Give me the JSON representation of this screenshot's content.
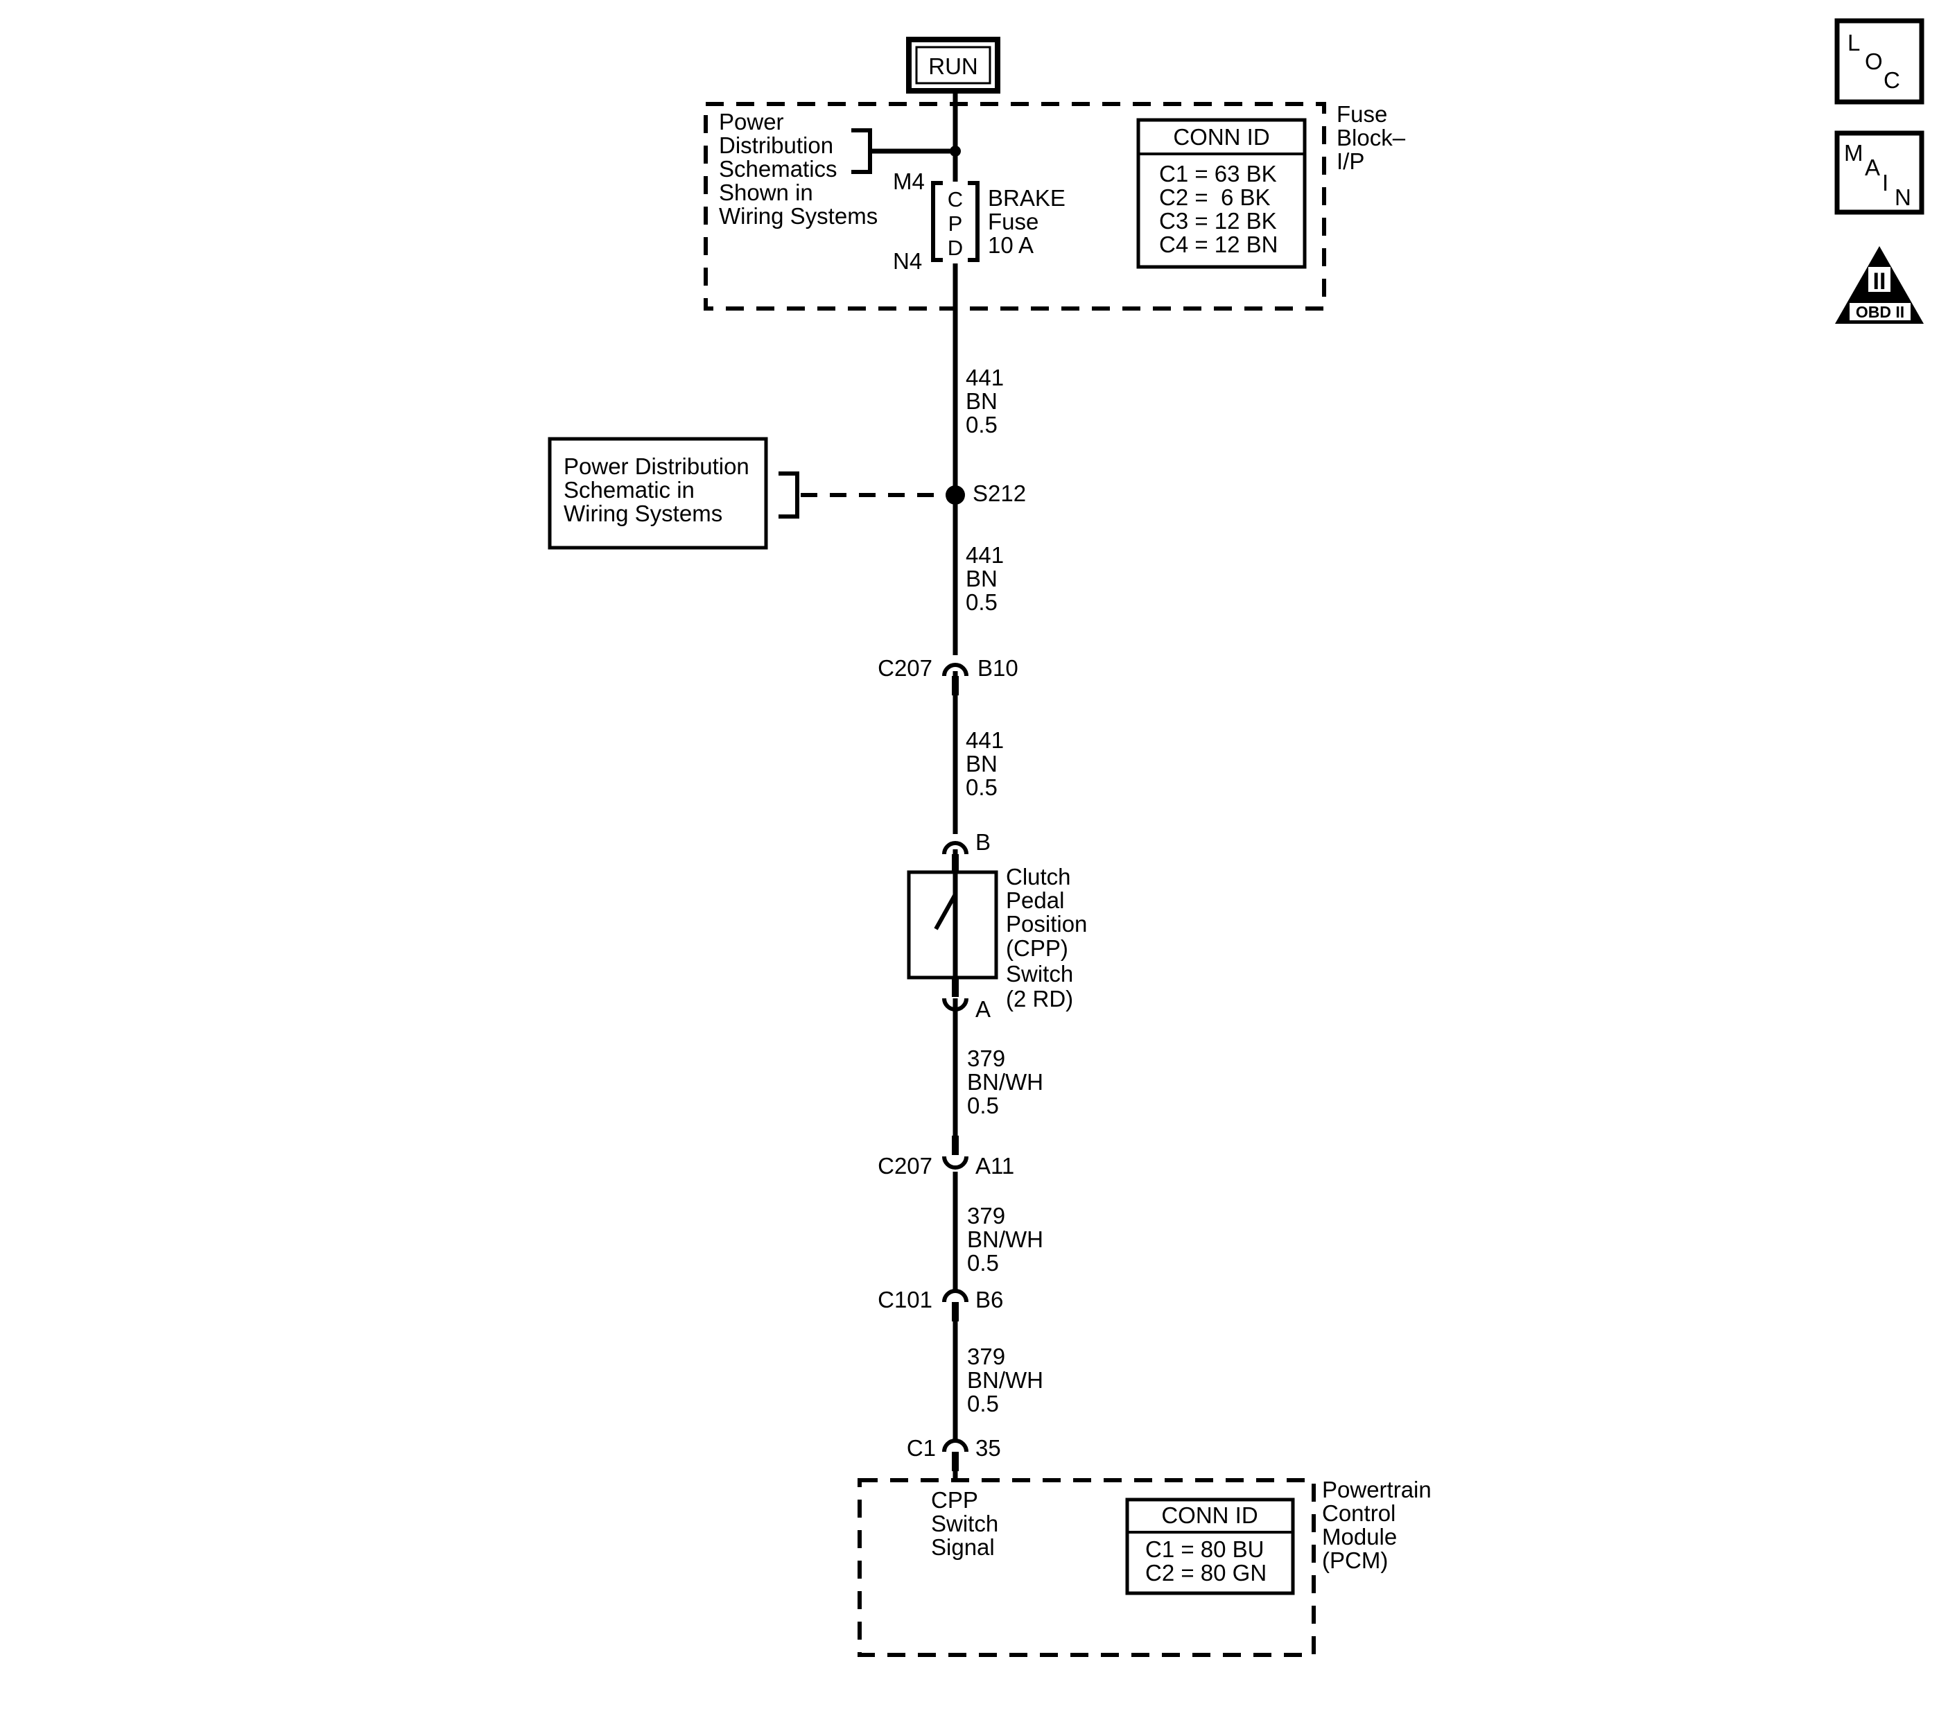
{
  "power_source": {
    "label": "RUN"
  },
  "fuse_block": {
    "title_lines": [
      "Fuse",
      "Block–",
      "I/P"
    ],
    "reference_lines": [
      "Power",
      "Distribution",
      "Schematics",
      "Shown in",
      "Wiring Systems"
    ],
    "fuse": {
      "cpd_letters": [
        "C",
        "P",
        "D"
      ],
      "input_pin": "M4",
      "output_pin": "N4",
      "label_lines": [
        "BRAKE",
        "Fuse",
        "10 A"
      ]
    },
    "conn_id": {
      "title": "CONN ID",
      "rows": [
        "C1 = 63 BK",
        "C2 =  6 BK",
        "C3 = 12 BK",
        "C4 = 12 BN"
      ]
    }
  },
  "splice_reference": {
    "lines": [
      "Power Distribution",
      "Schematic in",
      "Wiring Systems"
    ]
  },
  "splice": {
    "label": "S212"
  },
  "wires": [
    {
      "circuit": "441",
      "color": "BN",
      "gauge": "0.5"
    },
    {
      "circuit": "441",
      "color": "BN",
      "gauge": "0.5"
    },
    {
      "circuit": "441",
      "color": "BN",
      "gauge": "0.5"
    },
    {
      "circuit": "379",
      "color": "BN/WH",
      "gauge": "0.5"
    },
    {
      "circuit": "379",
      "color": "BN/WH",
      "gauge": "0.5"
    },
    {
      "circuit": "379",
      "color": "BN/WH",
      "gauge": "0.5"
    }
  ],
  "connectors": [
    {
      "id": "C207",
      "pin": "B10"
    },
    {
      "id": "",
      "pin": "B"
    },
    {
      "id": "",
      "pin": "A"
    },
    {
      "id": "C207",
      "pin": "A11"
    },
    {
      "id": "C101",
      "pin": "B6"
    },
    {
      "id": "C1",
      "pin": "35"
    }
  ],
  "switch": {
    "label_lines": [
      "Clutch",
      "Pedal",
      "Position",
      "(CPP)",
      "Switch",
      "(2 RD)"
    ]
  },
  "pcm": {
    "title_lines": [
      "Powertrain",
      "Control",
      "Module",
      "(PCM)"
    ],
    "signal_lines": [
      "CPP",
      "Switch",
      "Signal"
    ],
    "conn_id": {
      "title": "CONN ID",
      "rows": [
        "C1 = 80 BU",
        "C2 = 80 GN"
      ]
    }
  },
  "side_icons": {
    "loc": {
      "letters": [
        "L",
        "O",
        "C"
      ],
      "icon": "location-icon"
    },
    "main": {
      "letters": [
        "M",
        "A",
        "I",
        "N"
      ],
      "icon": "main-schematic-icon"
    },
    "obd": {
      "roman": "II",
      "label": "OBD II",
      "icon": "obd-ii-icon"
    }
  }
}
